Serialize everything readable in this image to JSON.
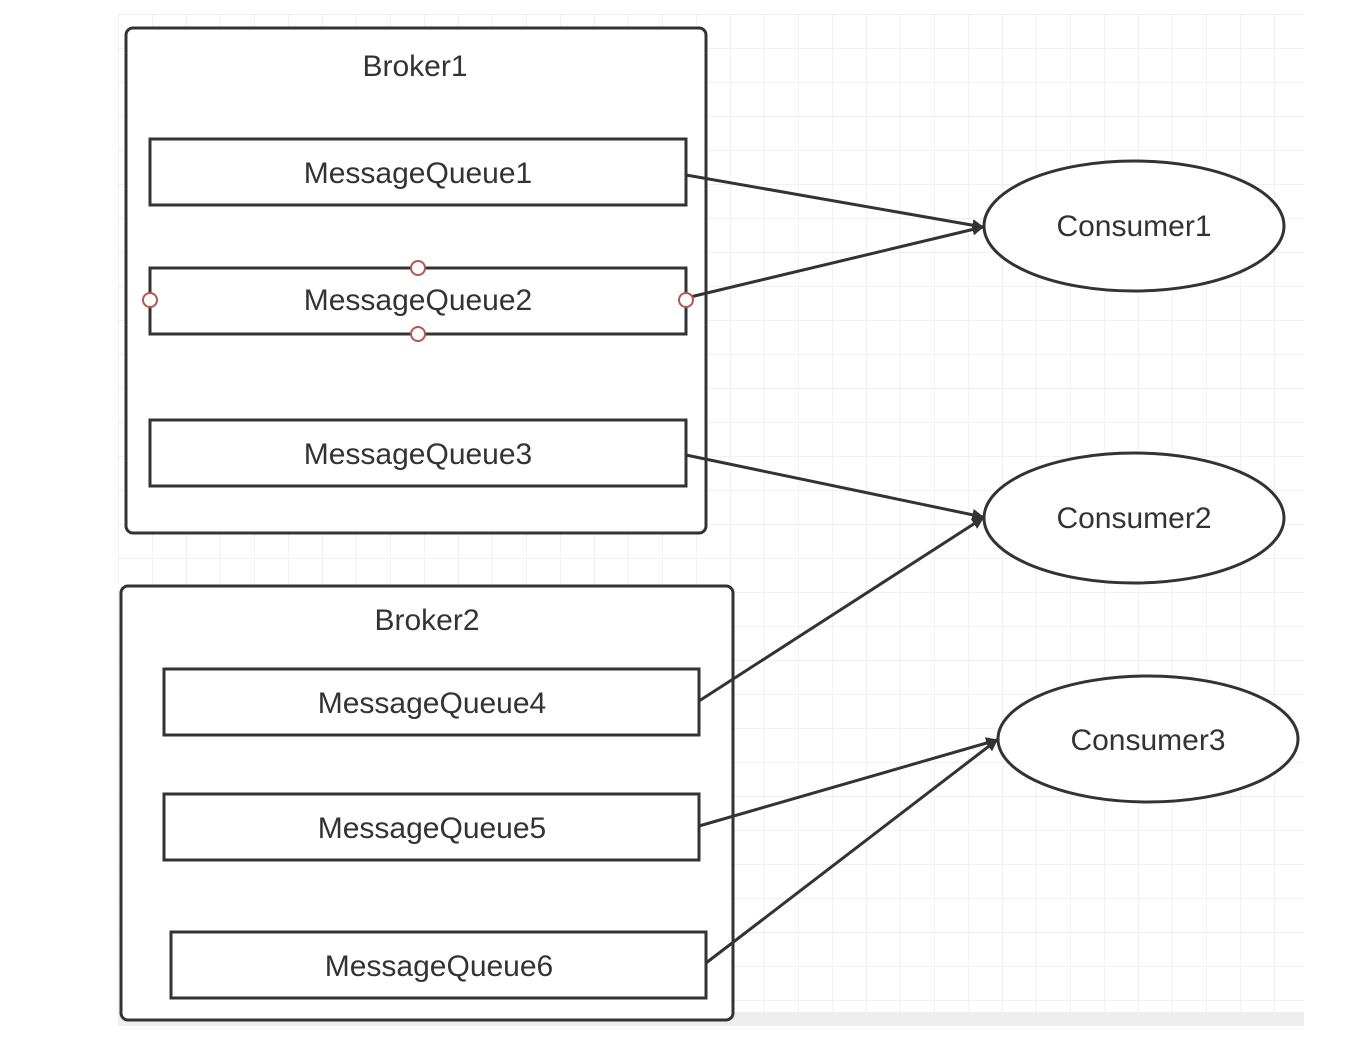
{
  "brokers": [
    {
      "label": "Broker1"
    },
    {
      "label": "Broker2"
    }
  ],
  "queues": [
    {
      "label": "MessageQueue1"
    },
    {
      "label": "MessageQueue2"
    },
    {
      "label": "MessageQueue3"
    },
    {
      "label": "MessageQueue4"
    },
    {
      "label": "MessageQueue5"
    },
    {
      "label": "MessageQueue6"
    }
  ],
  "consumers": [
    {
      "label": "Consumer1"
    },
    {
      "label": "Consumer2"
    },
    {
      "label": "Consumer3"
    }
  ],
  "connections": [
    {
      "from": "MessageQueue1",
      "to": "Consumer1"
    },
    {
      "from": "MessageQueue2",
      "to": "Consumer1"
    },
    {
      "from": "MessageQueue3",
      "to": "Consumer2"
    },
    {
      "from": "MessageQueue4",
      "to": "Consumer2"
    },
    {
      "from": "MessageQueue5",
      "to": "Consumer3"
    },
    {
      "from": "MessageQueue6",
      "to": "Consumer3"
    }
  ],
  "selected": "MessageQueue2",
  "colors": {
    "stroke": "#333333",
    "grid": "#e6e6e6",
    "handle": "#b85450"
  }
}
